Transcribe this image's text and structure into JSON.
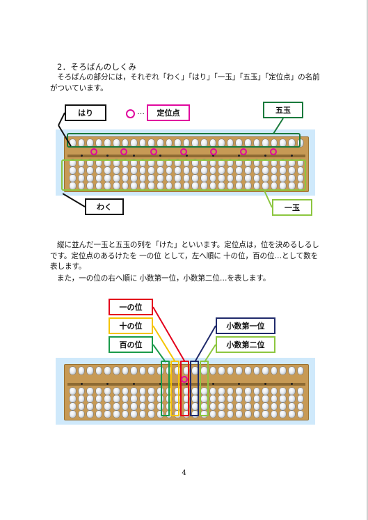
{
  "section": {
    "heading": "2．そろばんのしくみ"
  },
  "paragraphs": {
    "p1": "そろばんの部分には，それぞれ「わく」「はり」「一玉」「五玉」「定位点」の名前がついています。",
    "p2": "縦に並んだ一玉と五玉の列を「けた」といいます。定位点は，位を決めるしるしです。定位点のあるけたを 一の位 として，左へ順に 十の位，百の位…として数を表します。",
    "p3": "また，一の位の右へ順に 小数第一位，小数第二位…を表します。"
  },
  "figure1": {
    "legend_dots": "…",
    "labels": {
      "hari": "はり",
      "teiiten": "定位点",
      "godama": "五玉",
      "waku": "わく",
      "ichidama": "一玉"
    },
    "colors": {
      "hari": "#111111",
      "teiiten": "#e0089e",
      "godama": "#1a7a3c",
      "waku": "#111111",
      "ichidama": "#8cc63f"
    }
  },
  "figure2": {
    "labels": {
      "ichi": "一の位",
      "juu": "十の位",
      "hyaku": "百の位",
      "shosu1": "小数第一位",
      "shosu2": "小数第二位"
    },
    "colors": {
      "ichi": "#e3001b",
      "juu": "#f5c400",
      "hyaku": "#1a9a4a",
      "shosu1": "#1f2a6b",
      "shosu2": "#8cc63f"
    }
  },
  "page_number": "4"
}
